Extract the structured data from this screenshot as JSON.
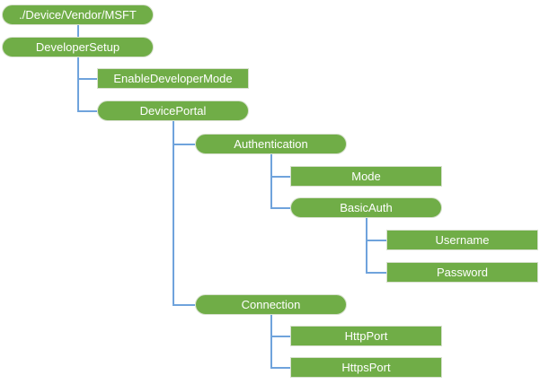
{
  "diagram": {
    "title": "CSP node hierarchy tree",
    "nodes": [
      {
        "id": "root",
        "label": "./Device/Vendor/MSFT",
        "shape": "stadium",
        "col": 0,
        "row": 0
      },
      {
        "id": "developer-setup",
        "label": "DeveloperSetup",
        "shape": "stadium",
        "col": 0,
        "row": 1
      },
      {
        "id": "enable-developer-mode",
        "label": "EnableDeveloperMode",
        "shape": "rect",
        "col": 1,
        "row": 2
      },
      {
        "id": "device-portal",
        "label": "DevicePortal",
        "shape": "stadium",
        "col": 1,
        "row": 3
      },
      {
        "id": "authentication",
        "label": "Authentication",
        "shape": "stadium",
        "col": 2,
        "row": 4
      },
      {
        "id": "mode",
        "label": "Mode",
        "shape": "rect",
        "col": 3,
        "row": 5
      },
      {
        "id": "basic-auth",
        "label": "BasicAuth",
        "shape": "stadium",
        "col": 3,
        "row": 6
      },
      {
        "id": "username",
        "label": "Username",
        "shape": "rect",
        "col": 4,
        "row": 7
      },
      {
        "id": "password",
        "label": "Password",
        "shape": "rect",
        "col": 4,
        "row": 8
      },
      {
        "id": "connection",
        "label": "Connection",
        "shape": "stadium",
        "col": 2,
        "row": 9
      },
      {
        "id": "http-port",
        "label": "HttpPort",
        "shape": "rect",
        "col": 3,
        "row": 10
      },
      {
        "id": "https-port",
        "label": "HttpsPort",
        "shape": "rect",
        "col": 3,
        "row": 11
      }
    ],
    "edges": [
      {
        "from": "root",
        "to": "developer-setup"
      },
      {
        "from": "developer-setup",
        "to": "enable-developer-mode"
      },
      {
        "from": "developer-setup",
        "to": "device-portal"
      },
      {
        "from": "device-portal",
        "to": "authentication"
      },
      {
        "from": "device-portal",
        "to": "connection"
      },
      {
        "from": "authentication",
        "to": "mode"
      },
      {
        "from": "authentication",
        "to": "basic-auth"
      },
      {
        "from": "basic-auth",
        "to": "username"
      },
      {
        "from": "basic-auth",
        "to": "password"
      },
      {
        "from": "connection",
        "to": "http-port"
      },
      {
        "from": "connection",
        "to": "https-port"
      }
    ]
  },
  "colors": {
    "node_fill": "#70AD47",
    "node_border": "#D7E0CE",
    "node_text": "#FFFFFF",
    "connector": "#6FA3DC",
    "background": "#FFFFFF"
  }
}
